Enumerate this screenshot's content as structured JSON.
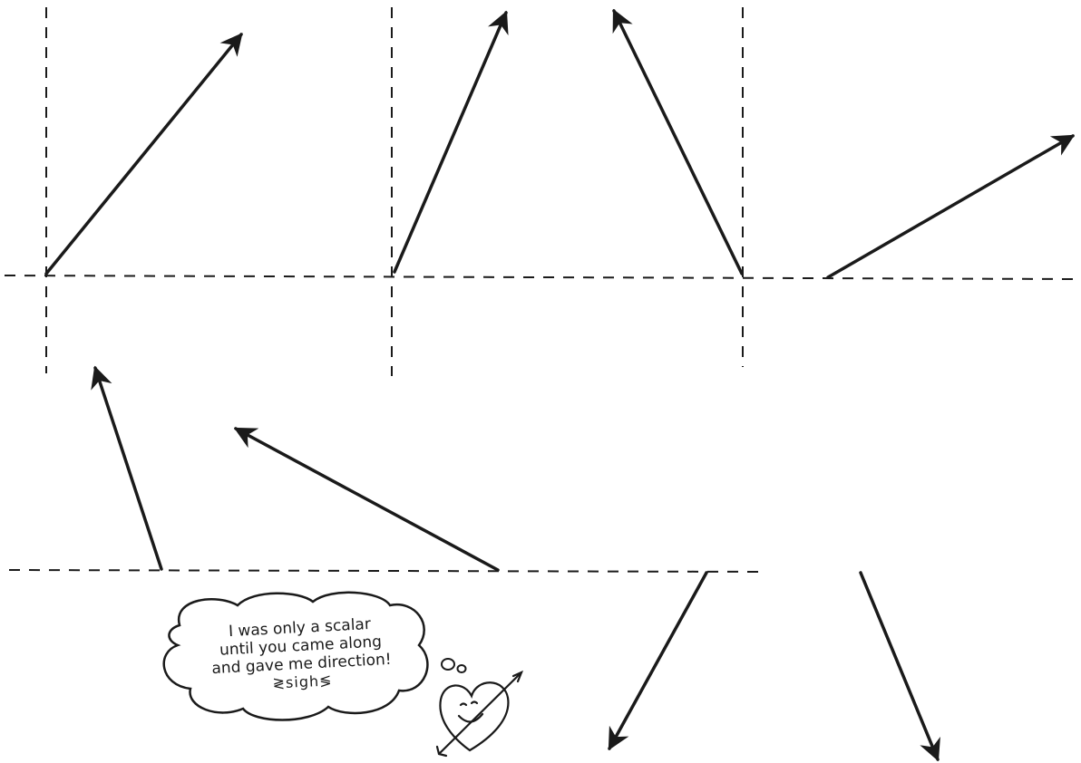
{
  "diagram": {
    "stroke_color": "#1a1a1a",
    "arrow_count": 8,
    "speech_bubble": {
      "lines": [
        "I was only a scalar",
        "until you came along",
        "and gave me direction!"
      ],
      "sigh": "≷sigh≶"
    },
    "heart_icon": "heart-with-arrow-icon"
  }
}
